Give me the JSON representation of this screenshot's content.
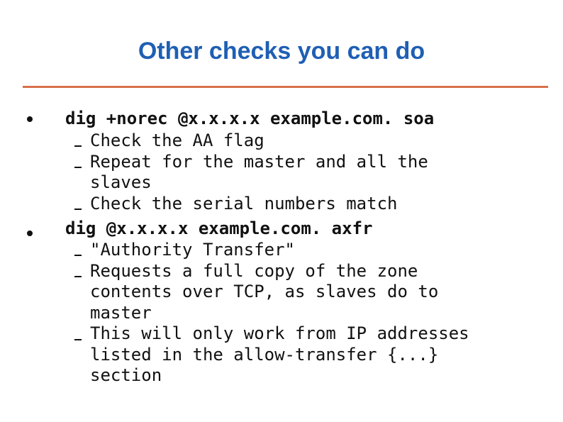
{
  "slide": {
    "title": "Other checks you can do",
    "items": [
      {
        "text": "dig +norec @x.x.x.x example.com. soa",
        "subitems": [
          "Check the AA flag",
          [
            "Repeat for the master and all the",
            "slaves"
          ],
          "Check the serial numbers match"
        ]
      },
      {
        "text": "dig @x.x.x.x example.com. axfr",
        "subitems": [
          "\"Authority Transfer\"",
          [
            "Requests a full copy of the zone",
            "contents over TCP, as slaves do to",
            "master"
          ],
          [
            "This will only work from IP addresses",
            "listed in the allow-transfer {...}",
            "section"
          ]
        ]
      }
    ]
  },
  "colors": {
    "title": "#1f5fb4",
    "rule": "#d9704a",
    "text": "#111111"
  }
}
